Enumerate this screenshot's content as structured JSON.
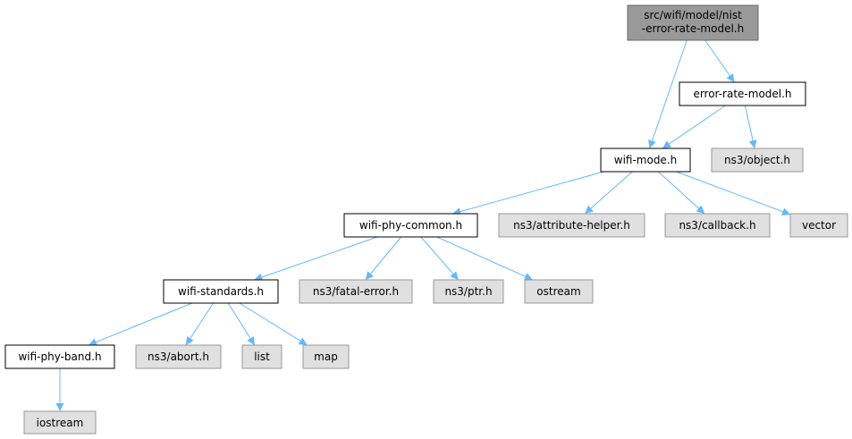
{
  "colors": {
    "edge": "#63b8ff",
    "root_fill": "#999999",
    "root_border": "#666666",
    "local_fill": "#ffffff",
    "local_border": "#000000",
    "external_fill": "#e0e0e0",
    "external_border": "#999999"
  },
  "nodes": {
    "root": {
      "line1": "src/wifi/model/nist",
      "line2": "-error-rate-model.h"
    },
    "error_rate_model": {
      "label": "error-rate-model.h"
    },
    "wifi_mode": {
      "label": "wifi-mode.h"
    },
    "ns3_object": {
      "label": "ns3/object.h"
    },
    "wifi_phy_common": {
      "label": "wifi-phy-common.h"
    },
    "ns3_attribute_helper": {
      "label": "ns3/attribute-helper.h"
    },
    "ns3_callback": {
      "label": "ns3/callback.h"
    },
    "vector": {
      "label": "vector"
    },
    "wifi_standards": {
      "label": "wifi-standards.h"
    },
    "ns3_fatal_error": {
      "label": "ns3/fatal-error.h"
    },
    "ns3_ptr": {
      "label": "ns3/ptr.h"
    },
    "ostream": {
      "label": "ostream"
    },
    "wifi_phy_band": {
      "label": "wifi-phy-band.h"
    },
    "ns3_abort": {
      "label": "ns3/abort.h"
    },
    "list": {
      "label": "list"
    },
    "map": {
      "label": "map"
    },
    "iostream": {
      "label": "iostream"
    }
  },
  "edges": [
    [
      "root",
      "error_rate_model"
    ],
    [
      "root",
      "wifi_mode"
    ],
    [
      "error_rate_model",
      "wifi_mode"
    ],
    [
      "error_rate_model",
      "ns3_object"
    ],
    [
      "wifi_mode",
      "wifi_phy_common"
    ],
    [
      "wifi_mode",
      "ns3_attribute_helper"
    ],
    [
      "wifi_mode",
      "ns3_callback"
    ],
    [
      "wifi_mode",
      "vector"
    ],
    [
      "wifi_phy_common",
      "wifi_standards"
    ],
    [
      "wifi_phy_common",
      "ns3_fatal_error"
    ],
    [
      "wifi_phy_common",
      "ns3_ptr"
    ],
    [
      "wifi_phy_common",
      "ostream"
    ],
    [
      "wifi_standards",
      "wifi_phy_band"
    ],
    [
      "wifi_standards",
      "ns3_abort"
    ],
    [
      "wifi_standards",
      "list"
    ],
    [
      "wifi_standards",
      "map"
    ],
    [
      "wifi_phy_band",
      "iostream"
    ]
  ]
}
